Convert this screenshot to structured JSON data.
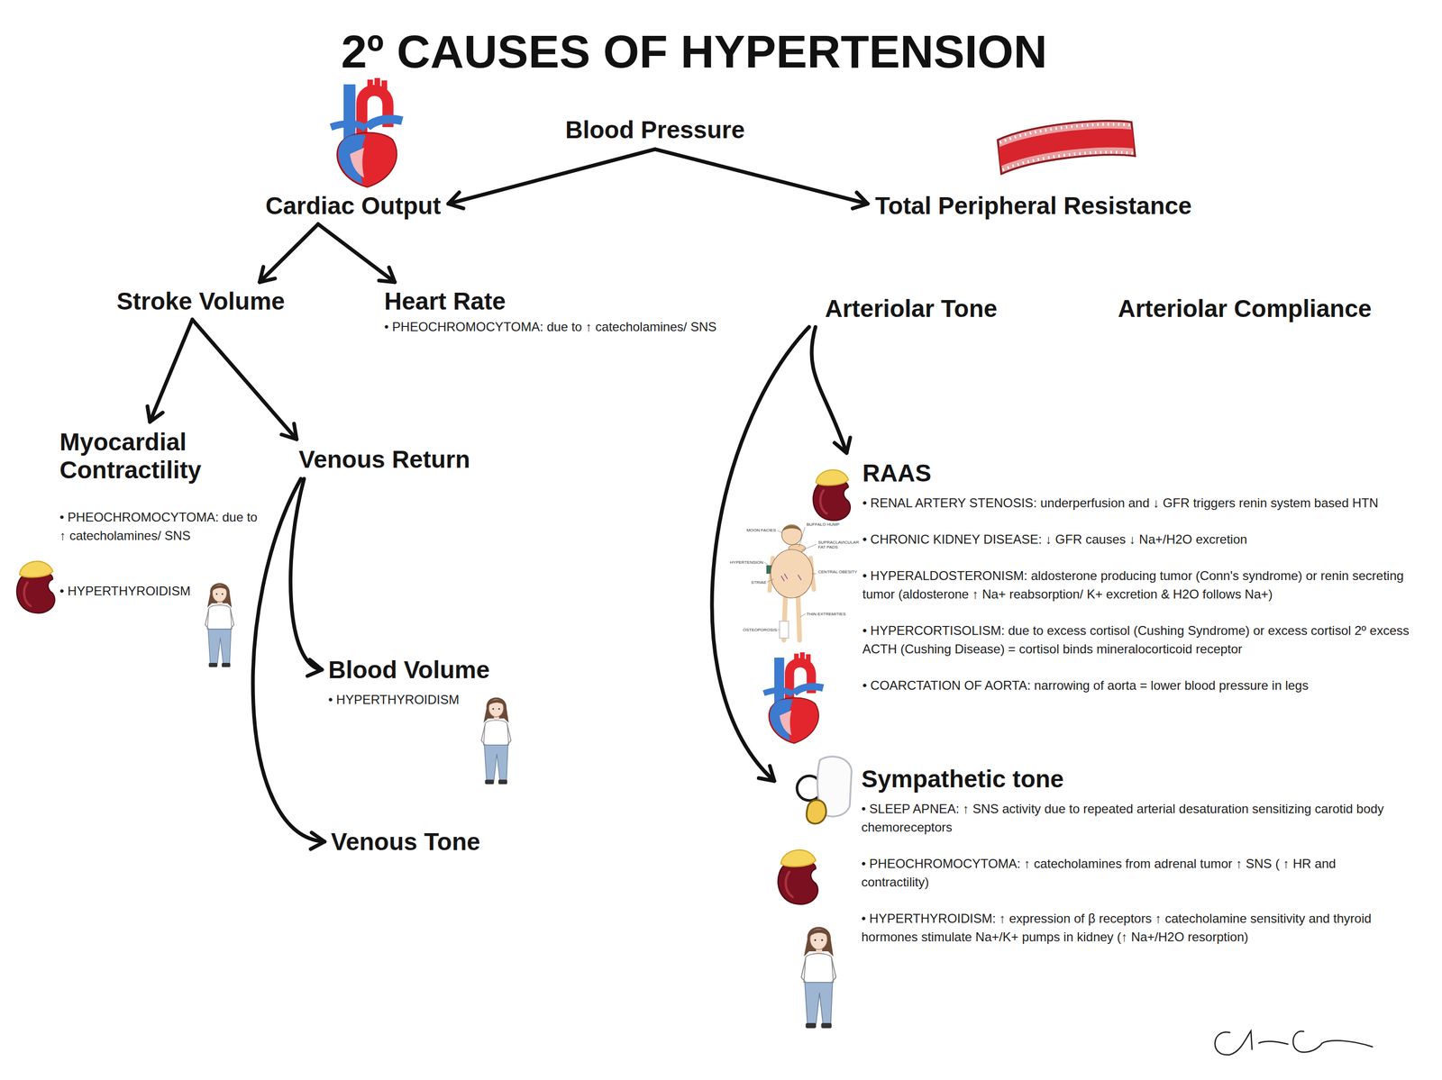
{
  "diagram": {
    "title": "2º CAUSES OF HYPERTENSION",
    "nodes": [
      {
        "text": [
          "Blood Pressure"
        ]
      },
      {
        "text": [
          "Cardiac Output"
        ]
      },
      {
        "text": [
          "Total Peripheral Resistance"
        ]
      },
      {
        "text": [
          "Stroke Volume"
        ]
      },
      {
        "text": [
          "Heart Rate",
          "• PHEOCHROMOCYTOMA: due to ↑ catecholamines/ SNS"
        ]
      },
      {
        "text": [
          "Arteriolar Tone"
        ]
      },
      {
        "text": [
          "Arteriolar Compliance"
        ]
      },
      {
        "text": [
          "Myocardial Contractility",
          "• PHEOCHROMOCYTOMA: due to ↑ catecholamines/ SNS",
          "• HYPERTHYROIDISM"
        ]
      },
      {
        "text": [
          "Venous Return"
        ]
      },
      {
        "text": [
          "RAAS",
          "• RENAL ARTERY STENOSIS: underperfusion and ↓ GFR triggers renin system based HTN",
          "• CHRONIC KIDNEY DISEASE: ↓ GFR causes ↓ Na+/H2O excretion",
          "• HYPERALDOSTERONISM: aldosterone producing tumor (Conn's syndrome) or renin secreting tumor (aldosterone ↑ Na+ reabsorption/ K+ excretion & H2O follows Na+)",
          "• HYPERCORTISOLISM: due to excess cortisol (Cushing Syndrome) or excess cortisol 2º excess ACTH (Cushing Disease) = cortisol binds mineralocorticoid receptor",
          "• COARCTATION OF AORTA: narrowing of aorta = lower blood pressure in legs"
        ]
      },
      {
        "text": [
          "Blood Volume",
          "• HYPERTHYROIDISM"
        ]
      },
      {
        "text": [
          "Sympathetic tone",
          "• SLEEP APNEA: ↑ SNS activity due to repeated arterial desaturation sensitizing carotid body chemoreceptors",
          "• PHEOCHROMOCYTOMA: ↑ catecholamines from adrenal tumor ↑ SNS ( ↑ HR and contractility)",
          "• HYPERTHYROIDISM: ↑ expression of β receptors ↑ catecholamine sensitivity and thyroid hormones stimulate Na+/K+ pumps in kidney (↑ Na+/H2O resorption)"
        ]
      },
      {
        "text": [
          "Venous Tone"
        ]
      }
    ],
    "edges": [
      {
        "from": 0,
        "to": 1,
        "arrow": "to"
      },
      {
        "from": 0,
        "to": 2,
        "arrow": "to"
      },
      {
        "from": 1,
        "to": 3,
        "arrow": "to"
      },
      {
        "from": 1,
        "to": 4,
        "arrow": "to"
      },
      {
        "from": 3,
        "to": 7,
        "arrow": "to"
      },
      {
        "from": 3,
        "to": 8,
        "arrow": "to"
      },
      {
        "from": 8,
        "to": 10,
        "arrow": "to"
      },
      {
        "from": 8,
        "to": 12,
        "arrow": "to"
      },
      {
        "from": 5,
        "to": 9,
        "arrow": "to"
      },
      {
        "from": 5,
        "to": 11,
        "arrow": "to"
      }
    ],
    "labels": [
      "MOON FACIES",
      "HYPERTENSION",
      "STRIAE",
      "OSTEOPOROSIS",
      "BUFFALO HUMP",
      "SUPRACLAVICULAR FAT PADS",
      "CENTRAL OBESITY",
      "THIN EXTREMITIES"
    ]
  }
}
